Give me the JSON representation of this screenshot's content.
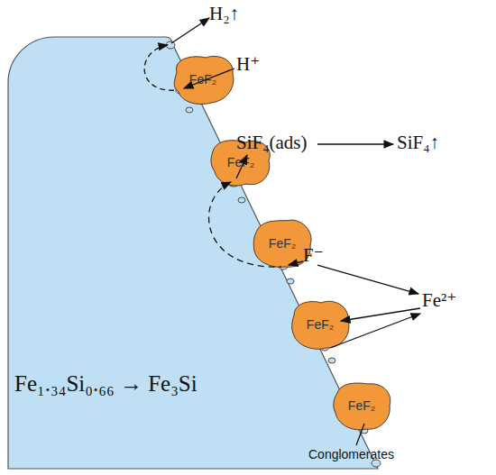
{
  "diagram": {
    "nodes": [
      {
        "text": [
          "FeF₂"
        ]
      },
      {
        "text": [
          "FeF₂"
        ]
      },
      {
        "text": [
          "FeF₂"
        ]
      },
      {
        "text": [
          "FeF₂"
        ]
      },
      {
        "text": [
          "FeF₂"
        ]
      },
      {
        "text": [
          "Fe₁.₃₄Si₀.₆₆ → Fe₃Si"
        ]
      }
    ],
    "labels": [
      "H₂↑",
      "H⁺",
      "SiF₄(ads)",
      "SiF₄↑",
      "F⁻",
      "Fe²⁺",
      "Conglomerates"
    ]
  }
}
